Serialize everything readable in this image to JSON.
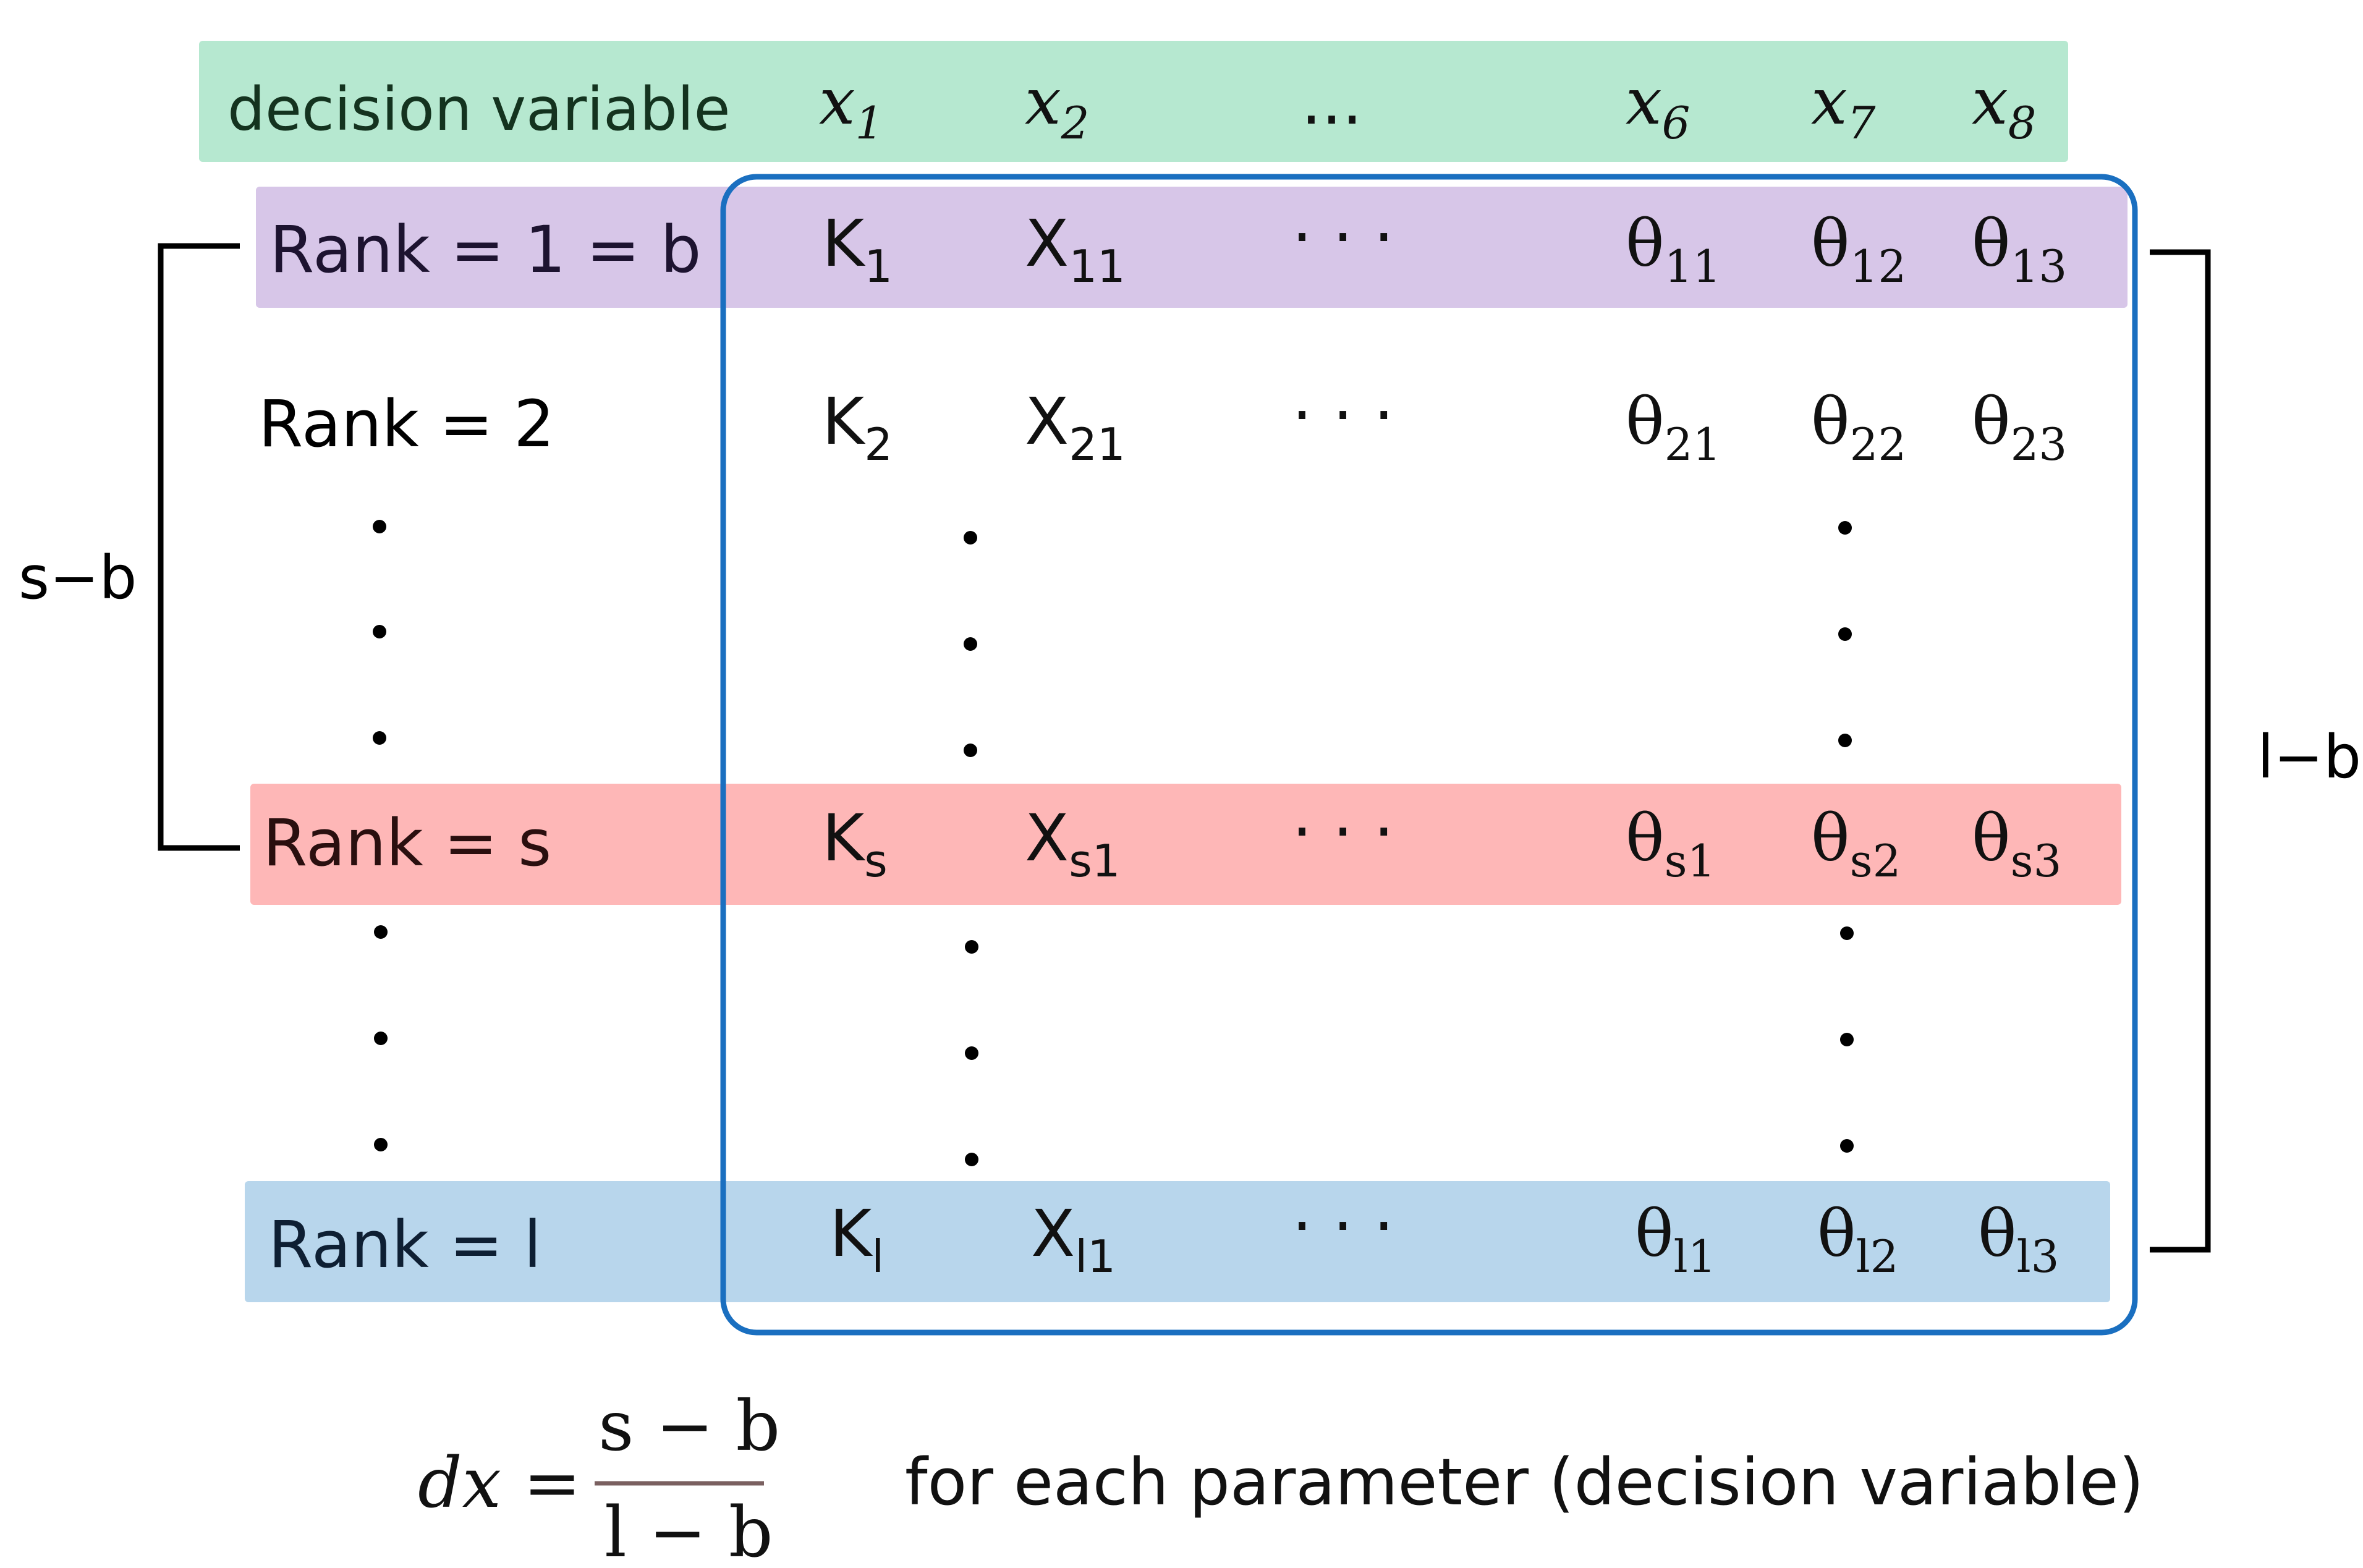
{
  "header": {
    "label": "decision variable",
    "vars": [
      {
        "base": "x",
        "sub": "1"
      },
      {
        "base": "x",
        "sub": "2"
      },
      {
        "base": "...",
        "sub": ""
      },
      {
        "base": "x",
        "sub": "6"
      },
      {
        "base": "x",
        "sub": "7"
      },
      {
        "base": "x",
        "sub": "8"
      }
    ]
  },
  "rows": [
    {
      "label": "Rank = 1 = b",
      "k": {
        "base": "K",
        "sub": "1"
      },
      "x": {
        "base": "X",
        "sub": "11"
      },
      "thetas": [
        {
          "base": "θ",
          "sub": "11"
        },
        {
          "base": "θ",
          "sub": "12"
        },
        {
          "base": "θ",
          "sub": "13"
        }
      ],
      "color": "#d7c6e8"
    },
    {
      "label": "Rank = 2",
      "k": {
        "base": "K",
        "sub": "2"
      },
      "x": {
        "base": "X",
        "sub": "21"
      },
      "thetas": [
        {
          "base": "θ",
          "sub": "21"
        },
        {
          "base": "θ",
          "sub": "22"
        },
        {
          "base": "θ",
          "sub": "23"
        }
      ],
      "color": ""
    },
    {
      "label": "Rank = s",
      "k": {
        "base": "K",
        "sub": "s"
      },
      "x": {
        "base": "X",
        "sub": "s1"
      },
      "thetas": [
        {
          "base": "θ",
          "sub": "s1"
        },
        {
          "base": "θ",
          "sub": "s2"
        },
        {
          "base": "θ",
          "sub": "s3"
        }
      ],
      "color": "#feb7b7"
    },
    {
      "label": "Rank = l",
      "k": {
        "base": "K",
        "sub": "l"
      },
      "x": {
        "base": "X",
        "sub": "l1"
      },
      "thetas": [
        {
          "base": "θ",
          "sub": "l1"
        },
        {
          "base": "θ",
          "sub": "l2"
        },
        {
          "base": "θ",
          "sub": "l3"
        }
      ],
      "color": "#b8d6ec"
    }
  ],
  "ellipsis": "· · ·",
  "brackets": {
    "left_label": "s−b",
    "right_label": "l−b"
  },
  "formula": {
    "lhs": "dx =",
    "numerator": "s − b",
    "denominator": "l − b"
  },
  "caption": "for each parameter (decision variable)",
  "colors": {
    "header_bg": "#b6e8d0",
    "frame": "#1a6fc0",
    "numerator": "#7a6060"
  }
}
